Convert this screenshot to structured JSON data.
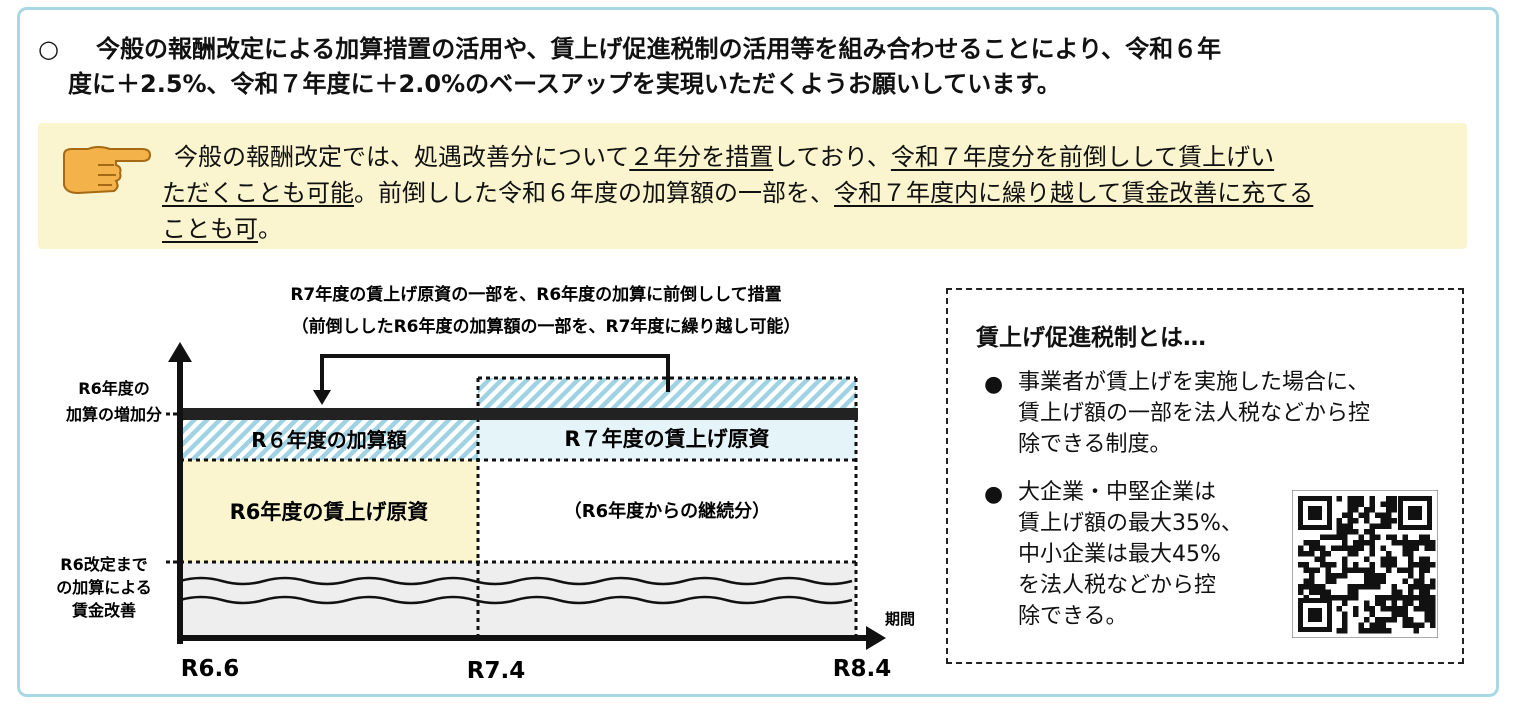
{
  "heading": {
    "bullet": "○",
    "line1": "今般の報酬改定による加算措置の活用や、賃上げ促進税制の活用等を組み合わせることにより、令和６年",
    "line2": "度に＋2.5%、令和７年度に＋2.0%のベースアップを実現いただくようお願いしています。"
  },
  "note": {
    "icon": "pointing-hand-icon",
    "seg1": "今般の報酬改定では、処遇改善分について",
    "seg2": "２年分を措置",
    "seg3": "しており、",
    "seg4": "令和７年度分を前倒しして賃上げい",
    "seg5": "ただくことも可能",
    "seg6": "。前倒しした令和６年度の加算額の一部を、",
    "seg7": "令和７年度内に繰り越して賃金改善に充てる",
    "seg8": "ことも可",
    "seg9": "。"
  },
  "diagram": {
    "caption_line1": "R7年度の賃上げ原資の一部を、R6年度の加算に前倒しして措置",
    "caption_line2": "（前倒ししたR6年度の加算額の一部を、R7年度に繰り越し可能）",
    "y_label_top_1": "R6年度の",
    "y_label_top_2": "加算の増加分",
    "y_label_bottom_1": "R6改定まで",
    "y_label_bottom_2": "の加算による",
    "y_label_bottom_3": "賃金改善",
    "box_r6_addition": "R６年度の加算額",
    "box_r7_source": "R７年度の賃上げ原資",
    "box_r6_source": "R6年度の賃上げ原資",
    "box_continued": "（R6年度からの継続分）",
    "x_axis_label": "期間",
    "x_ticks": [
      "R6.6",
      "R7.4",
      "R8.4"
    ],
    "colors": {
      "hatch": "#9fd2e3",
      "yellow": "#fbf5cf",
      "gray": "#eeeeee",
      "cyan_fill": "#e5f4f8"
    }
  },
  "panel": {
    "title": "賃上げ促進税制とは…",
    "b1_bullet": "●",
    "b1_line1": "事業者が賃上げを実施した場合に、",
    "b1_line2": "賃上げ額の一部を法人税などから控",
    "b1_line3": "除できる制度。",
    "b2_bullet": "●",
    "b2_line1": "大企業・中堅企業は",
    "b2_line2": "賃上げ額の最大35%、",
    "b2_line3": "中小企業は最大45%",
    "b2_line4": "を法人税などから控",
    "b2_line5": "除できる。",
    "qr_icon": "qr-code-icon"
  }
}
